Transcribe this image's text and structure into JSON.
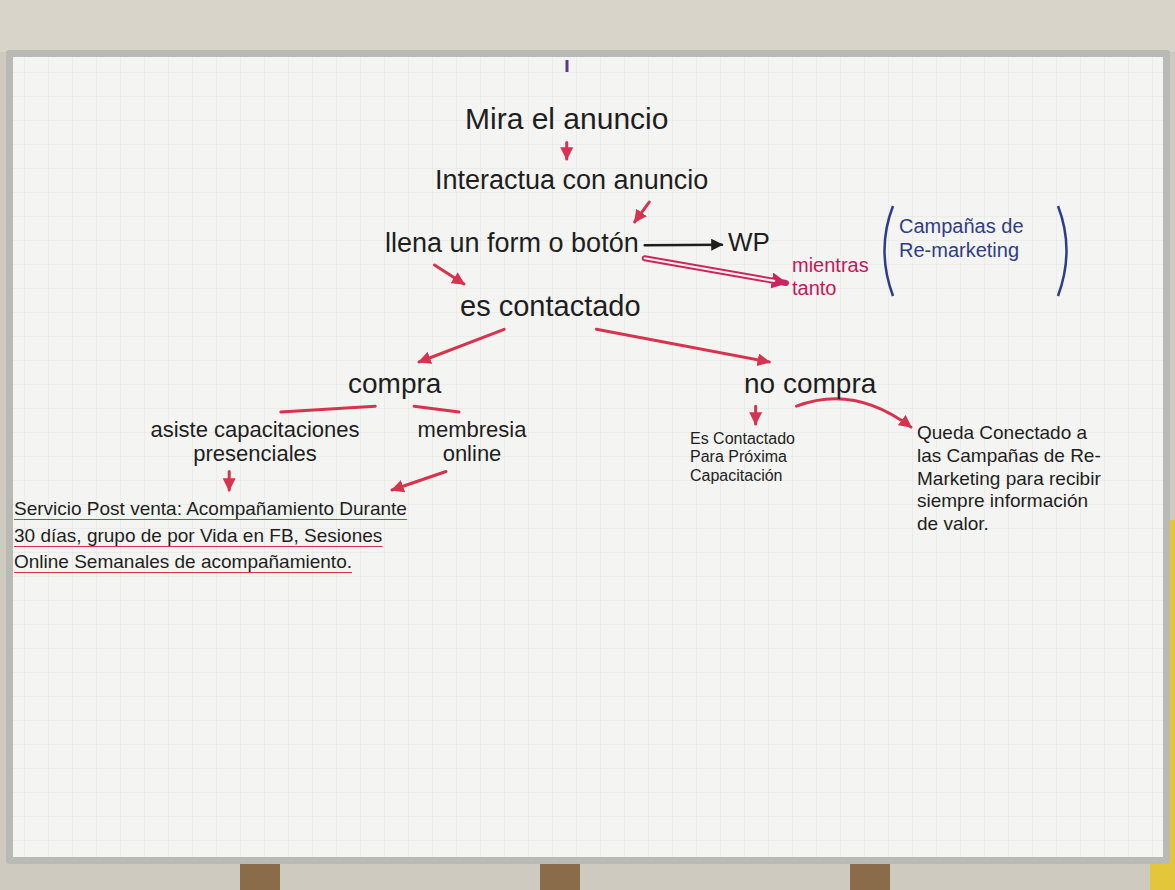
{
  "diagram": {
    "nodes": [
      {
        "text": [
          "Mira el anuncio"
        ]
      },
      {
        "text": [
          "Interactua con anuncio"
        ]
      },
      {
        "text": [
          "llena un form o botón"
        ]
      },
      {
        "text": [
          "WP"
        ]
      },
      {
        "text": [
          "mientras tanto"
        ]
      },
      {
        "text": [
          "es contactado"
        ]
      },
      {
        "text": [
          "compra"
        ]
      },
      {
        "text": [
          "no compra"
        ]
      },
      {
        "text": [
          "asiste capacitaciones presenciales"
        ]
      },
      {
        "text": [
          "membresia online"
        ]
      },
      {
        "text": [
          "Servicio Post venta: Acompañamiento Durante 30 días, grupo de por Vida en FB, Sesiones Online Semanales de acompañamiento."
        ]
      },
      {
        "text": [
          "Es Contactado Para Próxima Capacitación"
        ]
      },
      {
        "text": [
          "Queda Conectado a las Campañas de Re-Marketing para recibir siempre información de valor."
        ]
      }
    ],
    "edges": [
      {
        "from": 0,
        "to": 1,
        "arrow": "to"
      },
      {
        "from": 1,
        "to": 2,
        "arrow": "to"
      },
      {
        "from": 2,
        "to": 3,
        "arrow": "to"
      },
      {
        "from": 2,
        "to": 4,
        "arrow": "to"
      },
      {
        "from": 2,
        "to": 5,
        "arrow": "to"
      },
      {
        "from": 5,
        "to": 6,
        "arrow": "to"
      },
      {
        "from": 5,
        "to": 7,
        "arrow": "to"
      },
      {
        "from": 6,
        "to": 8,
        "arrow": "none"
      },
      {
        "from": 6,
        "to": 9,
        "arrow": "none"
      },
      {
        "from": 8,
        "to": 10,
        "arrow": "to"
      },
      {
        "from": 9,
        "to": 10,
        "arrow": "to"
      },
      {
        "from": 7,
        "to": 11,
        "arrow": "to"
      },
      {
        "from": 7,
        "to": 12,
        "arrow": "to"
      }
    ],
    "labels": [
      "Campañas de Re-marketing"
    ]
  }
}
